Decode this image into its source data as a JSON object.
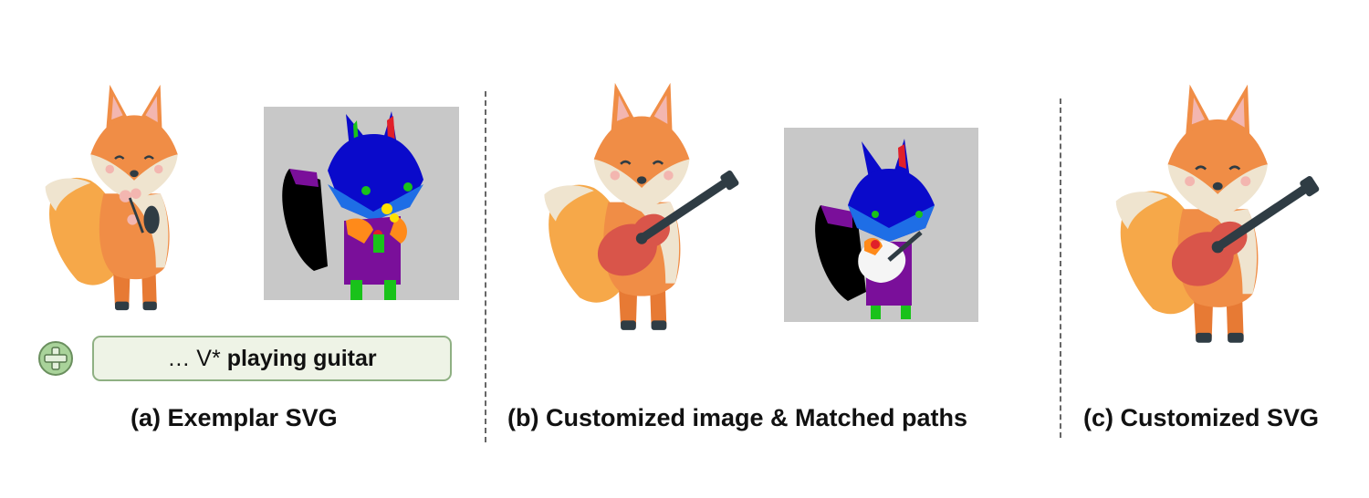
{
  "panels": {
    "a": {
      "caption": "(a) Exemplar SVG"
    },
    "b": {
      "caption": "(b) Customized image & Matched paths"
    },
    "c": {
      "caption": "(c) Customized SVG"
    }
  },
  "prompt": {
    "prefix": "… V*",
    "emphasis": "playing guitar"
  },
  "colors": {
    "fur": "#f08d46",
    "fur_dark": "#e77a34",
    "tail": "#f6a849",
    "cream": "#efe4cf",
    "ear_pink": "#f3b6b0",
    "guitar": "#d9554a",
    "guitar_neck": "#2f3c44",
    "seg_background": "#c8c8c8",
    "seg_blue": "#0a0acb",
    "seg_purple": "#7a0f9a",
    "seg_orange": "#ff8a1a",
    "seg_green": "#19c21a",
    "prompt_bg": "#eef3e6",
    "prompt_border": "#8fb083",
    "plus_fill": "#a9d39a"
  },
  "icons": [
    "fox-illustration",
    "segmentation-map",
    "plus-icon"
  ]
}
